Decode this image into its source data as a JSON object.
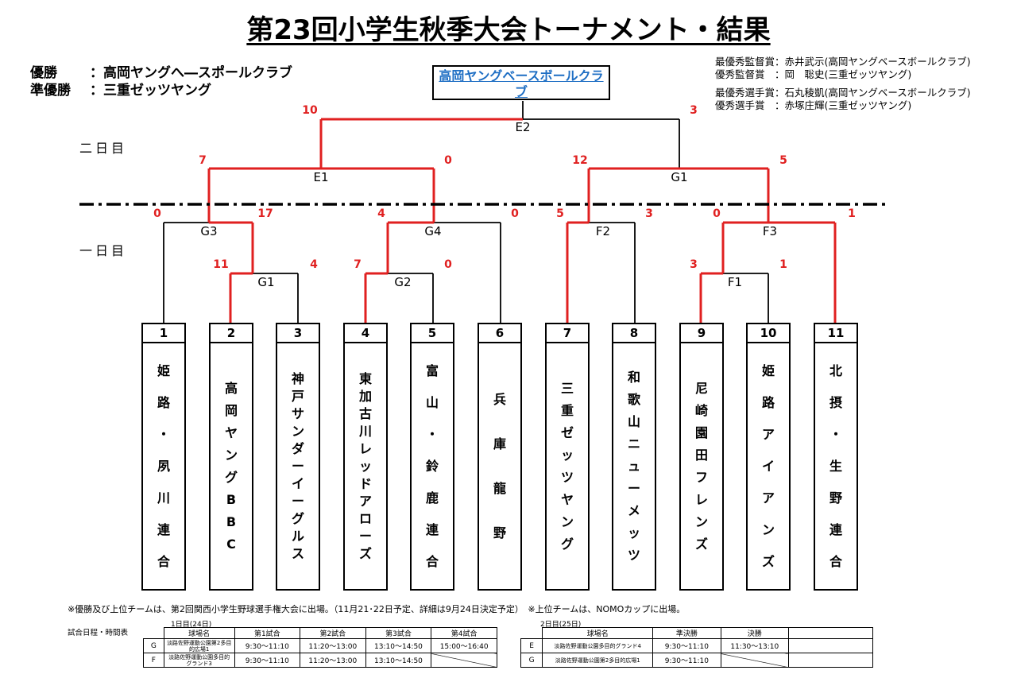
{
  "title": "第23回小学生秋季大会トーナメント・結果",
  "results": {
    "winner_label": "優勝",
    "winner_value": "：高岡ヤングへ―スポールクラブ",
    "runner_label": "準優勝",
    "runner_value": "：三重ゼッツヤング"
  },
  "awards": [
    "最優秀監督賞：赤井武示(高岡ヤングベースボールクラブ)",
    "優秀監督賞　：岡　聡史(三重ゼッツヤング)",
    "最優秀選手賞：石丸稜凱(高岡ヤングベースボールクラブ)",
    "優秀選手賞　：赤塚庄輝(三重ゼッツヤング)"
  ],
  "champion_box": "高岡ヤングベースボールクラブ",
  "day_labels": {
    "day2": "二日目",
    "day1": "一日目"
  },
  "nodes": {
    "E2": "E2",
    "E1": "E1",
    "G1_top": "G1",
    "G3": "G3",
    "G4": "G4",
    "F2": "F2",
    "F3": "F3",
    "G1": "G1",
    "G2": "G2",
    "F1": "F1"
  },
  "scores": {
    "e2_left": "10",
    "e2_right": "3",
    "e1_left": "7",
    "e1_right": "0",
    "g1top_left": "12",
    "g1top_right": "5",
    "g3_left": "0",
    "g3_right": "17",
    "g4_left": "4",
    "g4_right": "0",
    "f2_left": "5",
    "f2_right": "3",
    "f3_left": "0",
    "f3_right": "1",
    "g1_left": "11",
    "g1_right": "4",
    "g2_left": "7",
    "g2_right": "0",
    "f1_left": "3",
    "f1_right": "1"
  },
  "teams": [
    {
      "num": "1",
      "chars": [
        "姫",
        "路",
        "・",
        "夙",
        "川",
        "連",
        "合"
      ]
    },
    {
      "num": "2",
      "chars": [
        "高",
        "岡",
        "ヤ",
        "ン",
        "グ",
        "B",
        "B",
        "C"
      ]
    },
    {
      "num": "3",
      "chars": [
        "神",
        "戸",
        "サ",
        "ン",
        "ダ",
        "ー",
        "イ",
        "ー",
        "グ",
        "ル",
        "ス"
      ]
    },
    {
      "num": "4",
      "chars": [
        "東",
        "加",
        "古",
        "川",
        "レ",
        "ッ",
        "ド",
        "ア",
        "ロ",
        "ー",
        "ズ"
      ]
    },
    {
      "num": "5",
      "chars": [
        "富",
        "山",
        "・",
        "鈴",
        "鹿",
        "連",
        "合"
      ]
    },
    {
      "num": "6",
      "chars": [
        "兵",
        "庫",
        "龍",
        "野"
      ]
    },
    {
      "num": "7",
      "chars": [
        "三",
        "重",
        "ゼ",
        "ッ",
        "ツ",
        "ヤ",
        "ン",
        "グ"
      ]
    },
    {
      "num": "8",
      "chars": [
        "和",
        "歌",
        "山",
        "ニ",
        "ュ",
        "ー",
        "メ",
        "ッ",
        "ツ"
      ]
    },
    {
      "num": "9",
      "chars": [
        "尼",
        "崎",
        "園",
        "田",
        "フ",
        "レ",
        "ン",
        "ズ"
      ]
    },
    {
      "num": "10",
      "chars": [
        "姫",
        "路",
        "ア",
        "イ",
        "ア",
        "ン",
        "ズ"
      ]
    },
    {
      "num": "11",
      "chars": [
        "北",
        "摂",
        "・",
        "生",
        "野",
        "連",
        "合"
      ]
    }
  ],
  "note": "※優勝及び上位チームは、第2回関西小学生野球選手権大会に出場。（11月21･22日予定、詳細は9月24日決定予定）　※上位チームは、NOMOカップに出場。",
  "schedule": {
    "label": "試合日程・時間表",
    "day1": {
      "caption": "1日目(24日)",
      "headers": [
        "球場名",
        "第1試合",
        "第2試合",
        "第3試合",
        "第4試合"
      ],
      "rows": [
        {
          "code": "G",
          "venue": "淡路佐野運動公園第2多目的広場1",
          "times": [
            "9:30〜11:10",
            "11:20〜13:00",
            "13:10〜14:50",
            "15:00〜16:40"
          ]
        },
        {
          "code": "F",
          "venue": "淡路佐野運動公園多目的グランド3",
          "times": [
            "9:30〜11:10",
            "11:20〜13:00",
            "13:10〜14:50",
            ""
          ]
        }
      ]
    },
    "day2": {
      "caption": "2日目(25日)",
      "headers": [
        "球場名",
        "準決勝",
        "決勝"
      ],
      "rows": [
        {
          "code": "E",
          "venue": "淡路佐野運動公園多目的グランド4",
          "times": [
            "9:30〜11:10",
            "11:30〜13:10"
          ]
        },
        {
          "code": "G",
          "venue": "淡路佐野運動公園第2多目的広場1",
          "times": [
            "9:30〜11:10",
            ""
          ]
        }
      ]
    }
  },
  "colors": {
    "win": "#e02020",
    "line": "#000000",
    "link": "#1f6fc4"
  }
}
